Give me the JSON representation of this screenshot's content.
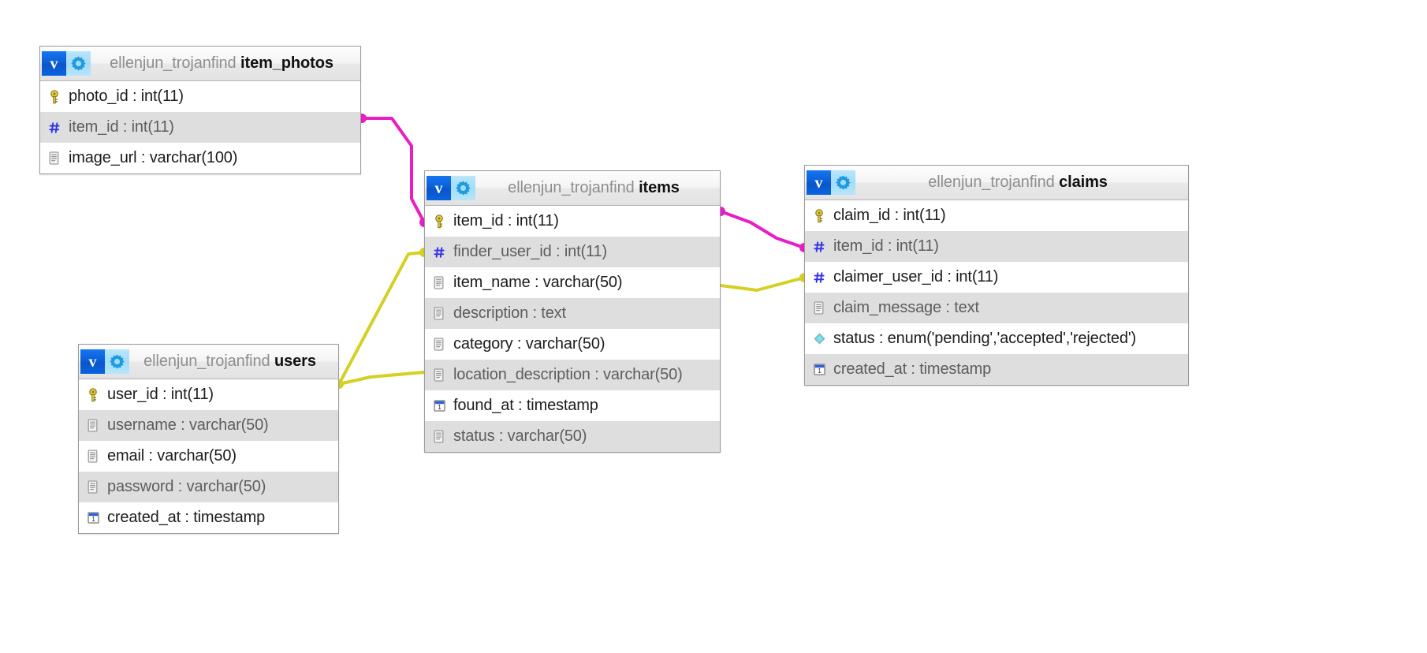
{
  "diagram": {
    "title": "ellenjun_trojanfind ER diagram",
    "schema_name": "ellenjun_trojanfind",
    "background": "#ffffff",
    "relationship_colors": {
      "item_fk": "#e81ec4",
      "user_fk": "#d4d024"
    }
  },
  "icons": {
    "primary_key": "key-icon",
    "foreign_key_int": "hash-icon",
    "varchar": "document-icon",
    "text": "document-icon",
    "enum": "diamond-icon",
    "timestamp": "calendar-icon",
    "view_badge": "v-badge-icon",
    "gear": "gear-icon"
  },
  "tables": [
    {
      "id": "item_photos",
      "schema": "ellenjun_trojanfind",
      "name": "item_photos",
      "columns": [
        {
          "icon": "primary_key",
          "label": "photo_id : int(11)",
          "dim": false
        },
        {
          "icon": "foreign_key_int",
          "label": "item_id : int(11)",
          "dim": true
        },
        {
          "icon": "varchar",
          "label": "image_url : varchar(100)",
          "dim": false
        }
      ]
    },
    {
      "id": "items",
      "schema": "ellenjun_trojanfind",
      "name": "items",
      "columns": [
        {
          "icon": "primary_key",
          "label": "item_id : int(11)",
          "dim": false
        },
        {
          "icon": "foreign_key_int",
          "label": "finder_user_id : int(11)",
          "dim": true
        },
        {
          "icon": "varchar",
          "label": "item_name : varchar(50)",
          "dim": false
        },
        {
          "icon": "text",
          "label": "description : text",
          "dim": true
        },
        {
          "icon": "varchar",
          "label": "category : varchar(50)",
          "dim": false
        },
        {
          "icon": "varchar",
          "label": "location_description : varchar(50)",
          "dim": true
        },
        {
          "icon": "timestamp",
          "label": "found_at : timestamp",
          "dim": false
        },
        {
          "icon": "varchar",
          "label": "status : varchar(50)",
          "dim": true
        }
      ]
    },
    {
      "id": "users",
      "schema": "ellenjun_trojanfind",
      "name": "users",
      "columns": [
        {
          "icon": "primary_key",
          "label": "user_id : int(11)",
          "dim": false
        },
        {
          "icon": "varchar",
          "label": "username : varchar(50)",
          "dim": true
        },
        {
          "icon": "varchar",
          "label": "email : varchar(50)",
          "dim": false
        },
        {
          "icon": "varchar",
          "label": "password : varchar(50)",
          "dim": true
        },
        {
          "icon": "timestamp",
          "label": "created_at : timestamp",
          "dim": false
        }
      ]
    },
    {
      "id": "claims",
      "schema": "ellenjun_trojanfind",
      "name": "claims",
      "columns": [
        {
          "icon": "primary_key",
          "label": "claim_id : int(11)",
          "dim": false
        },
        {
          "icon": "foreign_key_int",
          "label": "item_id : int(11)",
          "dim": true
        },
        {
          "icon": "foreign_key_int",
          "label": "claimer_user_id : int(11)",
          "dim": false
        },
        {
          "icon": "text",
          "label": "claim_message : text",
          "dim": true
        },
        {
          "icon": "enum",
          "label": "status : enum('pending','accepted','rejected')",
          "dim": false
        },
        {
          "icon": "timestamp",
          "label": "created_at : timestamp",
          "dim": true
        }
      ]
    }
  ],
  "relationships": [
    {
      "id": "rel-photos-items",
      "from": "item_photos.item_id",
      "to": "items.item_id",
      "color": "#e81ec4"
    },
    {
      "id": "rel-items-claims",
      "from": "items.item_id",
      "to": "claims.item_id",
      "color": "#e81ec4"
    },
    {
      "id": "rel-users-items",
      "from": "users.user_id",
      "to": "items.finder_user_id",
      "color": "#d4d024"
    },
    {
      "id": "rel-users-claims",
      "from": "users.user_id",
      "to": "claims.claimer_user_id",
      "color": "#d4d024"
    }
  ]
}
